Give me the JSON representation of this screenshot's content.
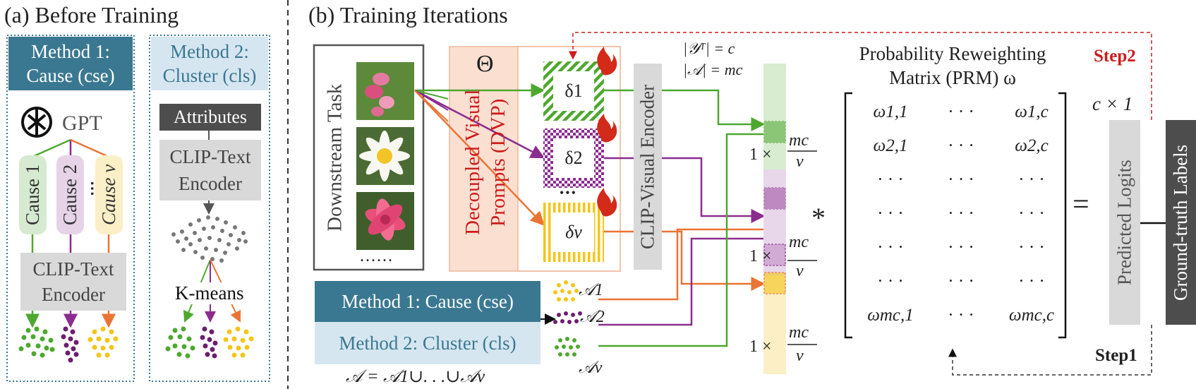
{
  "panel_a": {
    "title": "(a) Before Training",
    "method1": {
      "line1": "Method 1:",
      "line2": "Cause (cse)"
    },
    "method2": {
      "line1": "Method 2:",
      "line2": "Cluster (cls)"
    },
    "gpt_label": "GPT",
    "causes": [
      "Cause 1",
      "Cause 2",
      "Cause v"
    ],
    "ellipsis": "⋯",
    "clip_text_1": {
      "line1": "CLIP-Text",
      "line2": "Encoder"
    },
    "attributes": "Attributes",
    "clip_text_2": {
      "line1": "CLIP-Text",
      "line2": "Encoder"
    },
    "kmeans": "K-means"
  },
  "panel_b": {
    "title": "(b) Training Iterations",
    "downstream_task": "Downstream Task",
    "image_dots": "......",
    "theta": "Θ",
    "dvp_label": {
      "line1": "Decoupled Visual",
      "line2": "Prompts (DVP)"
    },
    "prompts": [
      "δ1",
      "δ2",
      "δv"
    ],
    "prompt_dots": "•••",
    "clip_visual": "CLIP-Visual Encoder",
    "set_y": "|𝒴ᵀ| = c",
    "set_a": "|𝒜| = mc",
    "bar_labels": [
      "1 ×",
      "1 ×",
      "1 ×"
    ],
    "bar_frac": {
      "num": "mc",
      "den": "v"
    },
    "attr_sets": [
      "𝒜1",
      "𝒜2",
      "𝒜v"
    ],
    "method1": "Method 1: Cause (cse)",
    "method2": "Method 2: Cluster (cls)",
    "union": "𝒜 = 𝒜1∪. . .∪𝒜v",
    "star": "*",
    "prm_title": {
      "line1": "Probability Reweighting",
      "line2": "Matrix (PRM) ω"
    },
    "matrix": [
      [
        "ω1,1",
        "· · ·",
        "ω1,c"
      ],
      [
        "ω2,1",
        "· · ·",
        "ω2,c"
      ],
      [
        "· · ·",
        "· · ·",
        "· · ·"
      ],
      [
        "· · ·",
        "· · ·",
        "· · ·"
      ],
      [
        "· · ·",
        "· · ·",
        "· · ·"
      ],
      [
        "· · ·",
        "· · ·",
        "· · ·"
      ],
      [
        "ωmc,1",
        "· · ·",
        "ωmc,c"
      ]
    ],
    "equals": "=",
    "c_by_1": "c × 1",
    "predicted_logits": "Predicted Logits",
    "ground_truth": "Ground-truth Labels",
    "step1": "Step1",
    "step2": "Step2"
  },
  "colors": {
    "teal": "#3a7891",
    "light_blue": "#d6e6f1",
    "green": "#4ea82f",
    "purple": "#8b2d8e",
    "orange": "#ea7434",
    "yellow": "#f5c518",
    "red": "#cc1b1b",
    "dvp_bg": "#fbe0d2",
    "gray_box": "#d9d9d9",
    "dark_gray": "#4d4d4d"
  }
}
